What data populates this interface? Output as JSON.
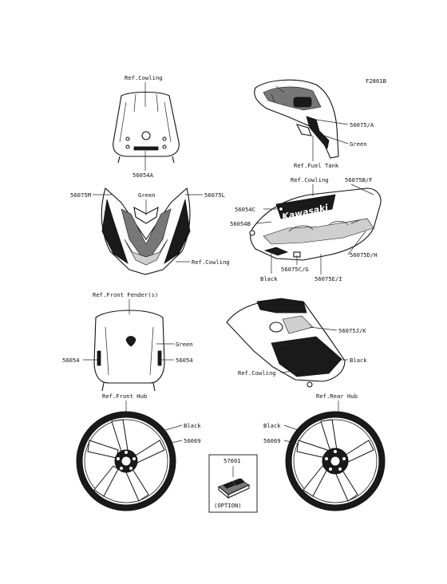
{
  "figure_code": "F2861B",
  "windshield": {
    "ref": "Ref.Cowling",
    "part": "56054A"
  },
  "front_cowl": {
    "left": "56075M",
    "color": "Green",
    "right": "56075L",
    "ref": "Ref.Cowling"
  },
  "fuel_tank": {
    "part": "56075/A",
    "color": "Green",
    "ref": "Ref.Fuel Tank"
  },
  "side_cowl_upper": {
    "ref": "Ref.Cowling",
    "p1": "56075B/F",
    "p2": "56054C",
    "p3": "56054B",
    "p4": "56075D/H",
    "color": "Black",
    "p5": "56075C/G",
    "p6": "56075E/I",
    "decal_text": "Kawasaki"
  },
  "side_cowl_lower": {
    "part": "56075J/K",
    "color": "Black",
    "ref": "Ref.Cowling"
  },
  "front_fender": {
    "ref": "Ref.Front Fender(s)",
    "color": "Green",
    "left": "56054",
    "right": "56054"
  },
  "front_wheel": {
    "ref": "Ref.Front Hub",
    "color": "Black",
    "part": "56069"
  },
  "rear_wheel": {
    "ref": "Ref.Rear Hub",
    "color": "Black",
    "part": "56069"
  },
  "option": {
    "part": "57001",
    "label": "(OPTION)"
  }
}
